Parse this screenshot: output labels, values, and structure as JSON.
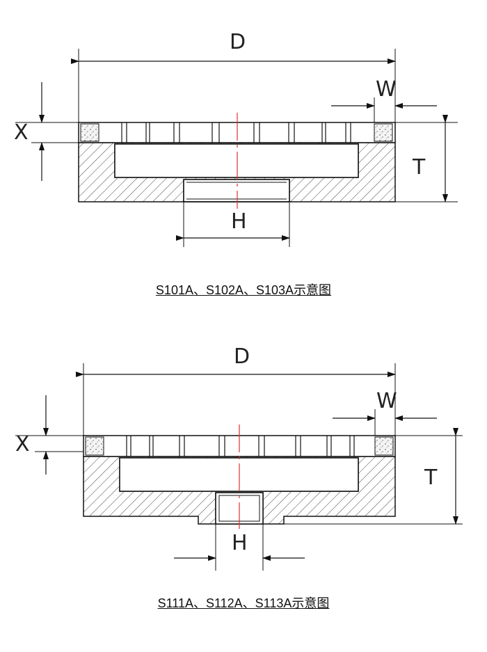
{
  "diagrams": [
    {
      "caption": "S101A、S102A、S103A示意图",
      "labels": {
        "D": "D",
        "W": "W",
        "X": "X",
        "T": "T",
        "H": "H"
      }
    },
    {
      "caption": "S111A、S112A、S113A示意图",
      "labels": {
        "D": "D",
        "W": "W",
        "X": "X",
        "T": "T",
        "H": "H"
      }
    }
  ],
  "colors": {
    "line": "#111111",
    "centerline": "#e03030",
    "hatch": "#444444"
  }
}
